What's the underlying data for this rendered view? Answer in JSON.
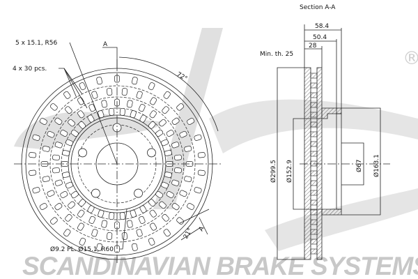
{
  "section_title": "Section A-A",
  "min_thickness": "Min. th. 25",
  "dimensions": {
    "width_total": "58.4",
    "width_hat": "50.4",
    "width_disc": "28",
    "dia_outer": "Ø299.5",
    "dia_inner": "Ø152.9",
    "dia_center": "Ø67",
    "dia_hat": "Ø163.1"
  },
  "front_view": {
    "bolt_holes": "5 x 15.1, R56",
    "vent_holes": "4 x 30 pcs.",
    "small_holes": "Ø9.2 PL. Ø15.1, R60",
    "angle_a": "72°",
    "angle_b": "21°",
    "section_mark_top": "A",
    "section_mark_bottom": "A"
  },
  "brand": {
    "name": "SCANDINAVIAN BRAKE SYSTEMS",
    "registered": "®",
    "watermark_color": "#cccccc"
  }
}
